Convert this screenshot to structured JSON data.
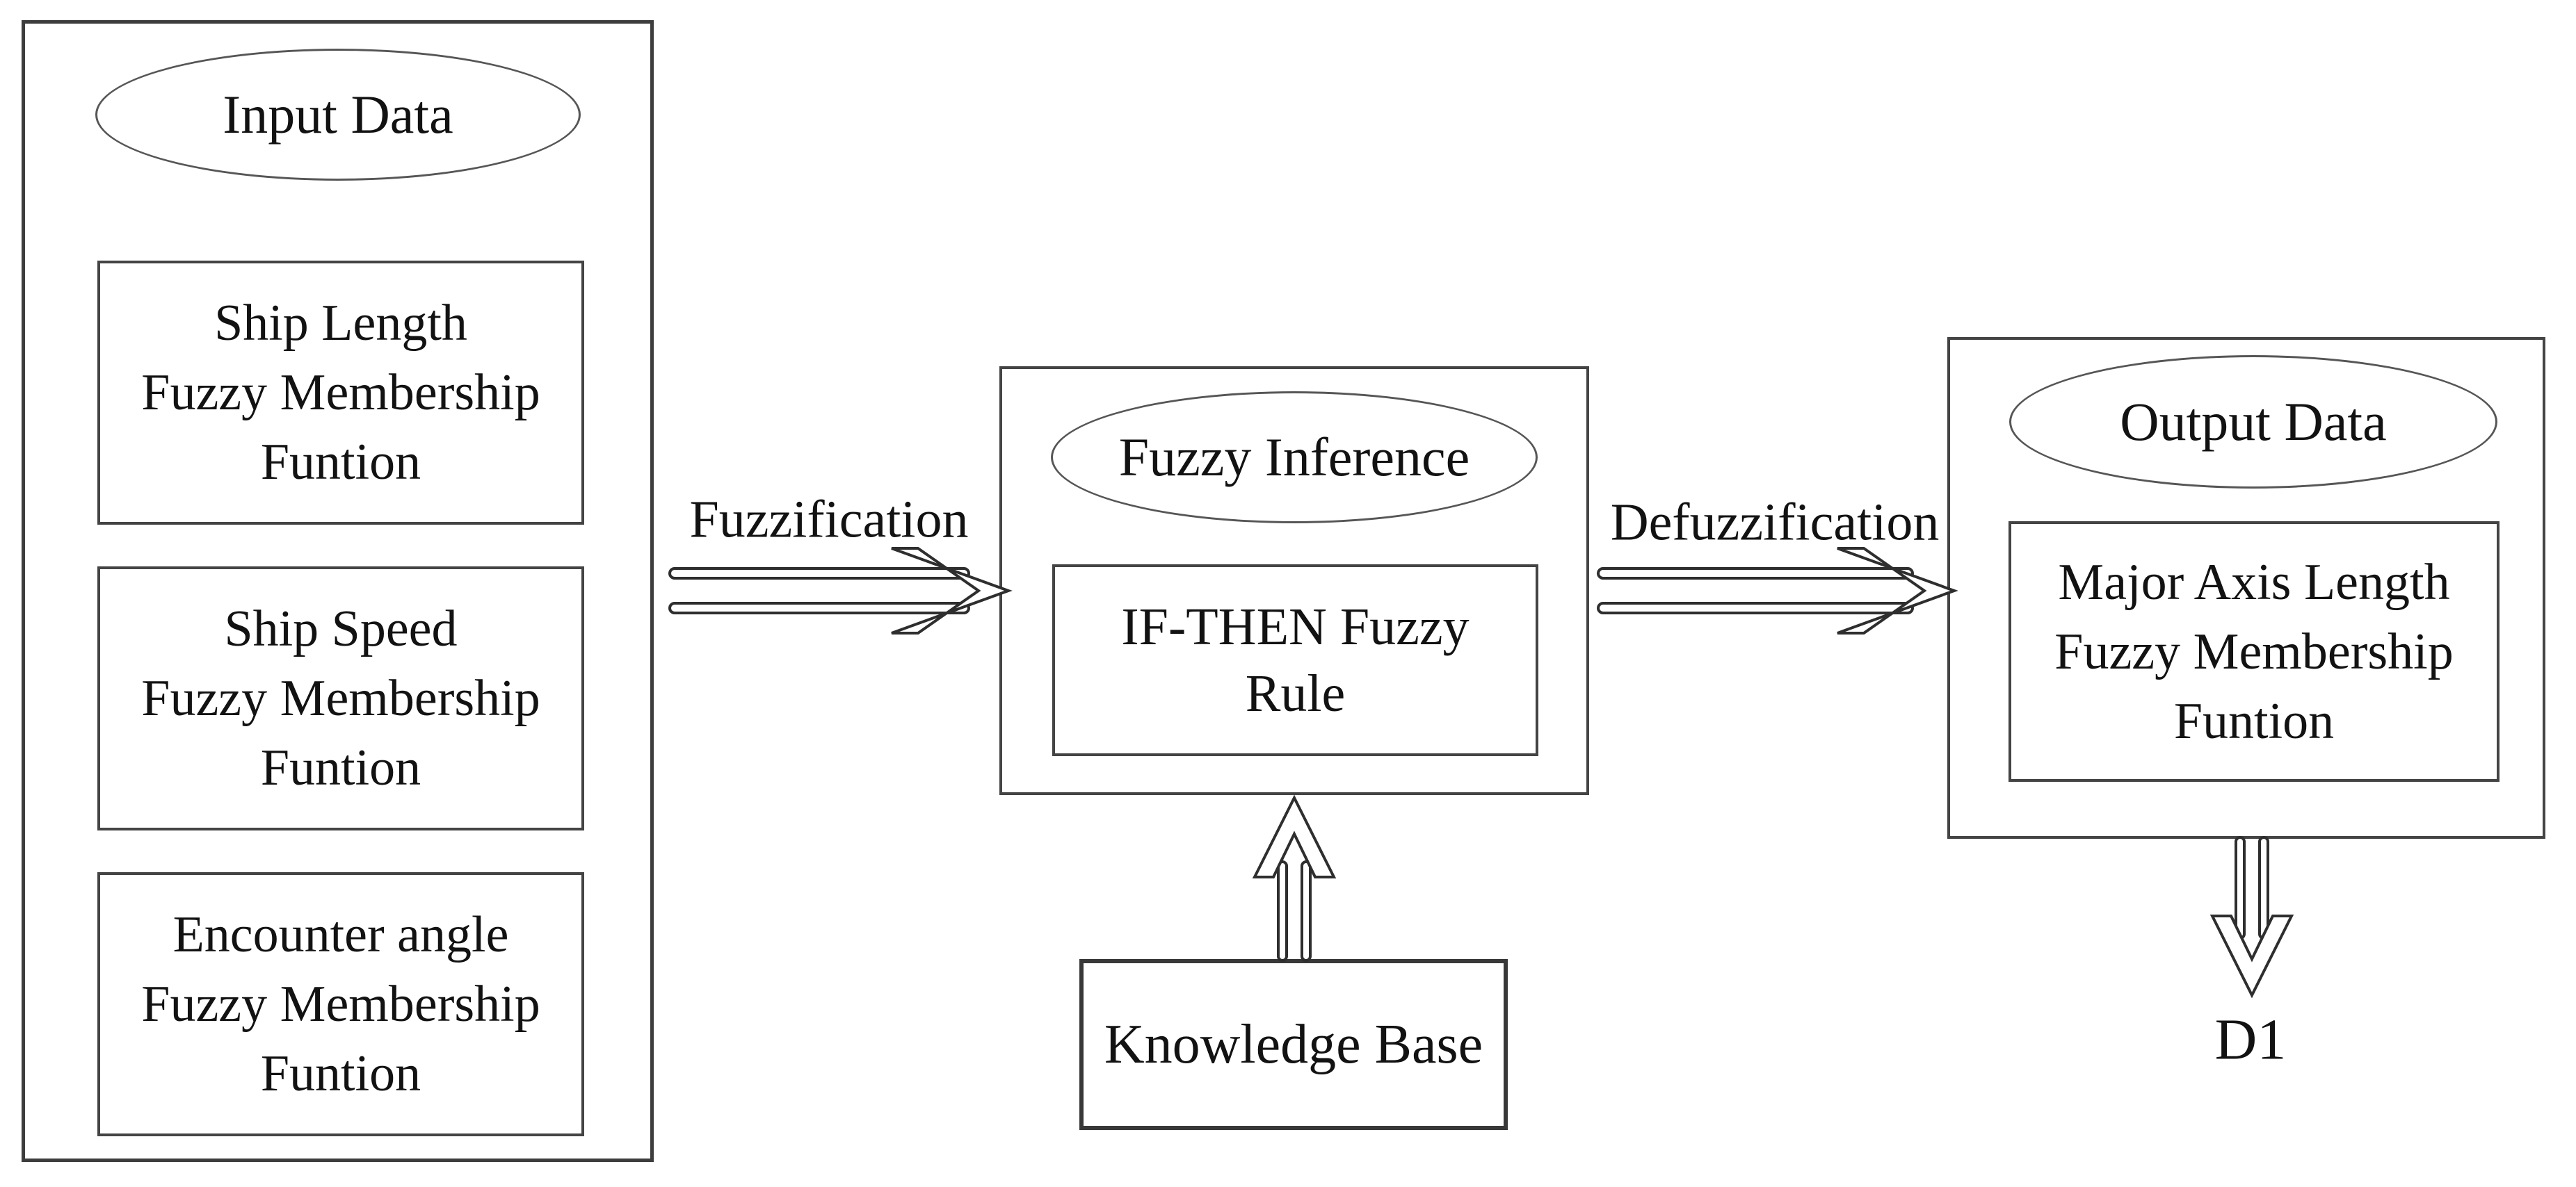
{
  "diagram": {
    "input": {
      "title": "Input Data",
      "membership_boxes": [
        {
          "lines": [
            "Ship Length",
            "Fuzzy Membership",
            "Funtion"
          ]
        },
        {
          "lines": [
            "Ship Speed",
            "Fuzzy Membership",
            "Funtion"
          ]
        },
        {
          "lines": [
            "Encounter angle",
            "Fuzzy Membership",
            "Funtion"
          ]
        }
      ]
    },
    "fuzzy_inference": {
      "title": "Fuzzy Inference",
      "rule_box": {
        "lines": [
          "IF-THEN Fuzzy",
          "Rule"
        ]
      }
    },
    "output": {
      "title": "Output Data",
      "membership_box": {
        "lines": [
          "Major Axis Length",
          "Fuzzy Membership",
          "Funtion"
        ]
      },
      "result": "D1"
    },
    "knowledge_base": {
      "label": "Knowledge Base"
    },
    "flow_labels": {
      "fuzzification": "Fuzzification",
      "defuzzification": "Defuzzification"
    },
    "colors": {
      "background": "#ffffff",
      "box_border": "#3d3d3d",
      "ellipse_border": "#565656",
      "text": "#121212",
      "arrow_outline": "#2e2e2e"
    }
  }
}
